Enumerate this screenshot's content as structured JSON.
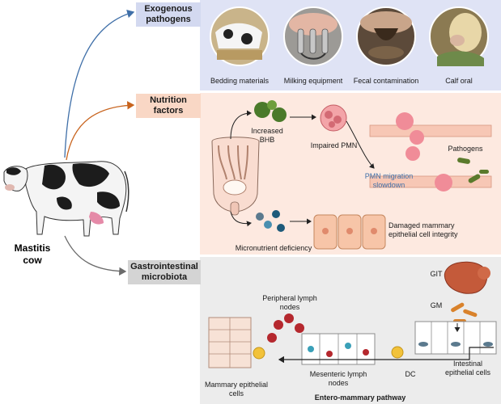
{
  "colors": {
    "exogenous_panel": "#dfe3f5",
    "exogenous_tag": "#d3d9f0",
    "nutrition_panel": "#fde9e0",
    "nutrition_tag": "#f9d7c5",
    "gi_panel": "#ececec",
    "gi_tag": "#d4d4d4",
    "arrow_blue": "#3f6fa8",
    "arrow_orange": "#c8641e",
    "arrow_gray": "#6b6b6b"
  },
  "cow": {
    "label_line1": "Mastitis",
    "label_line2": "cow"
  },
  "exogenous": {
    "title_line1": "Exogenous",
    "title_line2": "pathogens",
    "photos": [
      {
        "caption": "Bedding materials",
        "icon": "bedding-photo"
      },
      {
        "caption": "Milking equipment",
        "icon": "milking-photo"
      },
      {
        "caption": "Fecal contamination",
        "icon": "fecal-photo"
      },
      {
        "caption": "Calf oral",
        "icon": "calf-photo"
      }
    ]
  },
  "nutrition": {
    "title_line1": "Nutrition",
    "title_line2": "factors",
    "bhb_line1": "Increased",
    "bhb_line2": "BHB",
    "impaired_pmn": "Impaired PMN",
    "pathogens": "Pathogens",
    "pmn_migration_line1": "PMN migration",
    "pmn_migration_line2": "slowdown",
    "micronutrient": "Micronutrient deficiency",
    "damaged_line1": "Damaged mammary",
    "damaged_line2": "epithelial cell integrity"
  },
  "gi": {
    "title_line1": "Gastrointestinal",
    "title_line2": "microbiota",
    "git": "GIT",
    "gm": "GM",
    "peripheral_line1": "Peripheral lymph",
    "peripheral_line2": "nodes",
    "mesenteric_line1": "Mesenteric lymph",
    "mesenteric_line2": "nodes",
    "dc": "DC",
    "intestinal_line1": "Intestinal",
    "intestinal_line2": "epithelial cells",
    "mammary_line1": "Mammary epithelial",
    "mammary_line2": "cells",
    "pathway": "Entero-mammary pathway"
  }
}
